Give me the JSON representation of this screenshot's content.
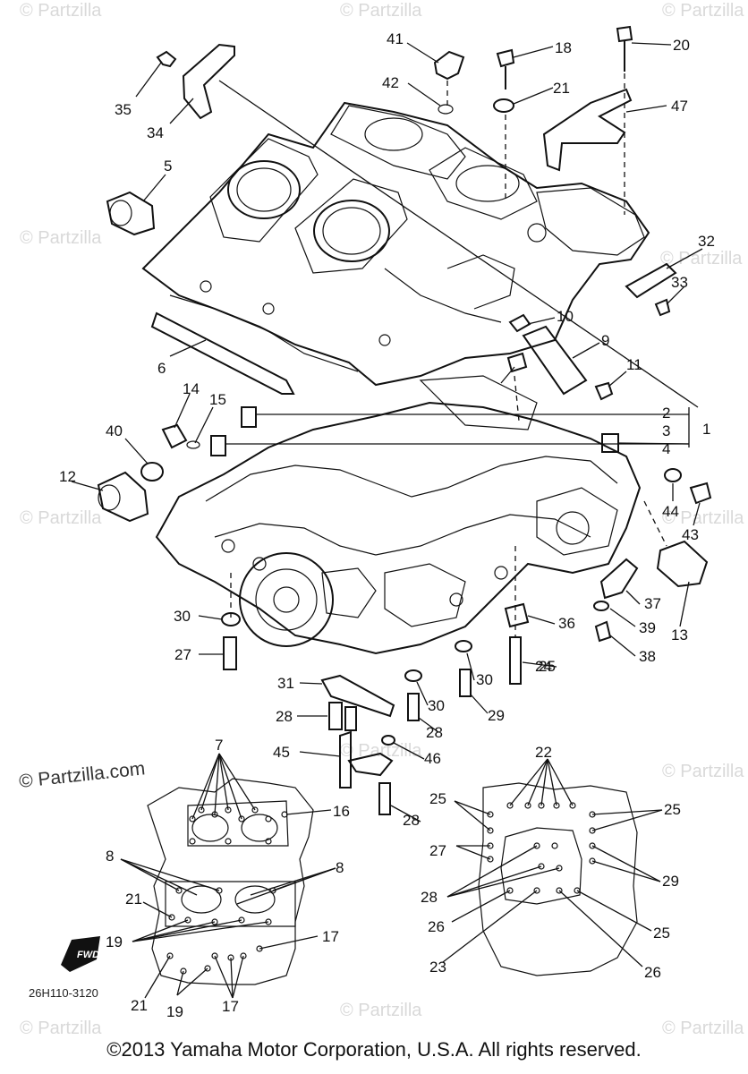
{
  "watermark": "© Partzilla",
  "brand_watermark": "© Partzilla.com",
  "diagram_code": "26H110-3120",
  "fwd_label": "FWD",
  "footer": "©2013 Yamaha Motor Corporation, U.S.A. All rights reserved.",
  "callouts": [
    "1",
    "2",
    "3",
    "4",
    "5",
    "6",
    "7",
    "8",
    "8",
    "9",
    "10",
    "11",
    "12",
    "13",
    "14",
    "15",
    "16",
    "17",
    "17",
    "18",
    "19",
    "19",
    "20",
    "21",
    "21",
    "21",
    "22",
    "23",
    "24",
    "25",
    "25",
    "25",
    "25",
    "26",
    "26",
    "27",
    "27",
    "28",
    "28",
    "28",
    "28",
    "29",
    "29",
    "30",
    "30",
    "30",
    "31",
    "32",
    "33",
    "34",
    "35",
    "36",
    "37",
    "38",
    "39",
    "40",
    "41",
    "42",
    "43",
    "44",
    "45",
    "46",
    "47"
  ]
}
